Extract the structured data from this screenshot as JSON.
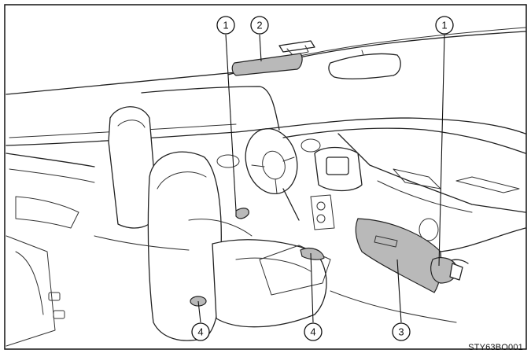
{
  "figure_code": "STY63BO001",
  "callouts": [
    {
      "id": "c1a",
      "label": "1"
    },
    {
      "id": "c2",
      "label": "2"
    },
    {
      "id": "c1b",
      "label": "1"
    },
    {
      "id": "c3",
      "label": "3"
    },
    {
      "id": "c4a",
      "label": "4"
    },
    {
      "id": "c4b",
      "label": "4"
    }
  ]
}
